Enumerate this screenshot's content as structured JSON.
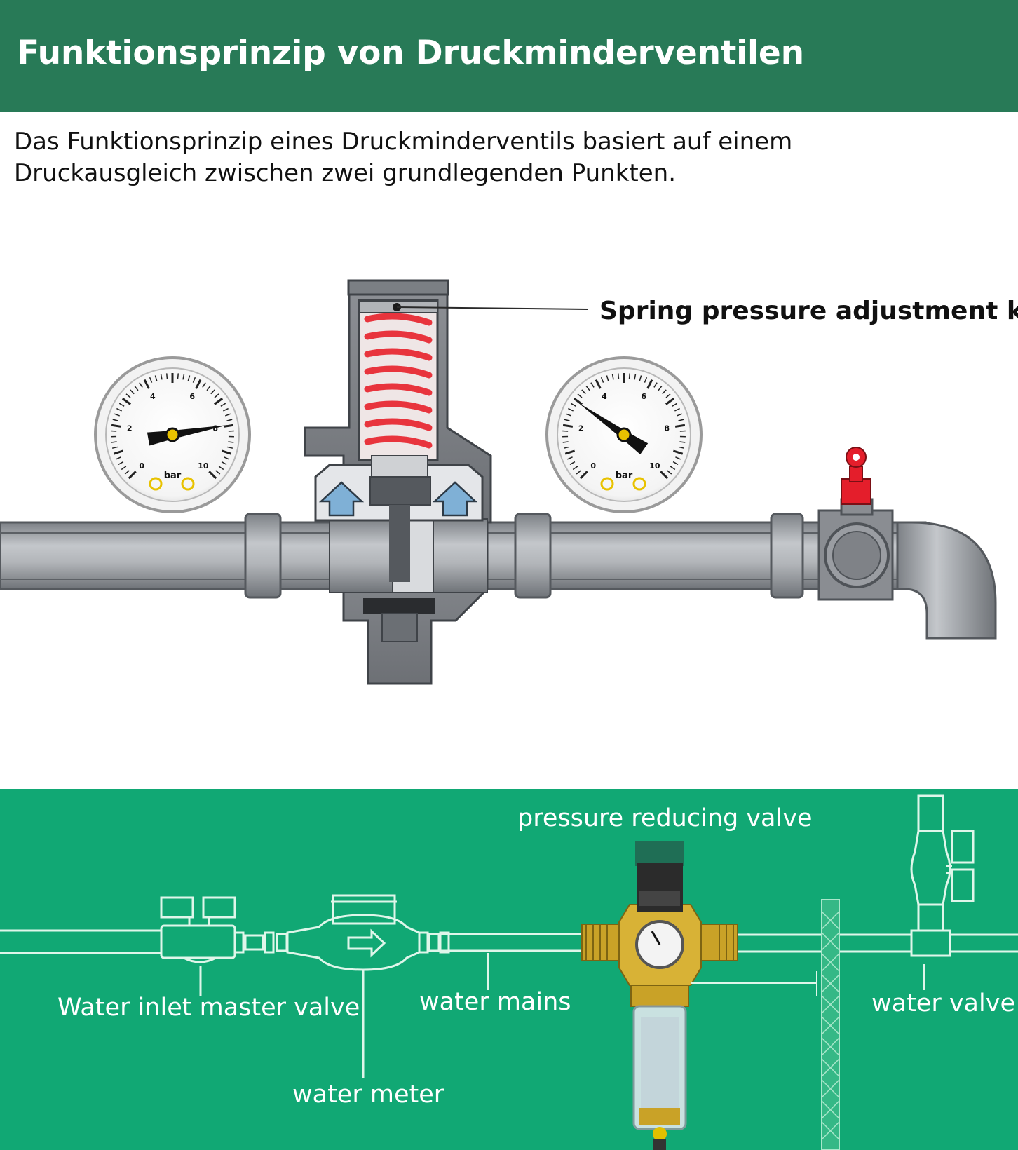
{
  "header": {
    "title": "Funktionsprinzip von Druckminderventilen"
  },
  "intro": {
    "line1": "Das Funktionsprinzip eines Druckminderventils basiert auf einem",
    "line2": "Druckausgleich zwischen zwei grundlegenden Punkten."
  },
  "valve_diagram": {
    "knob_label": "Spring pressure adjustment knob",
    "gauge_unit": "bar",
    "gauge_ticks": [
      "0",
      "2",
      "4",
      "6",
      "8",
      "10"
    ]
  },
  "install_diagram": {
    "label_prv": "pressure reducing valve",
    "label_inlet": "Water inlet master valve",
    "label_mains": "water mains",
    "label_meter": "water meter",
    "label_valve": "water valve"
  },
  "colors": {
    "header_bg": "#287a57",
    "install_bg": "#11a874",
    "pipe_grey": "#a4a7ac",
    "spring_red": "#e8343d",
    "arrow_blue": "#7fb0d6",
    "brass": "#c9a227"
  }
}
